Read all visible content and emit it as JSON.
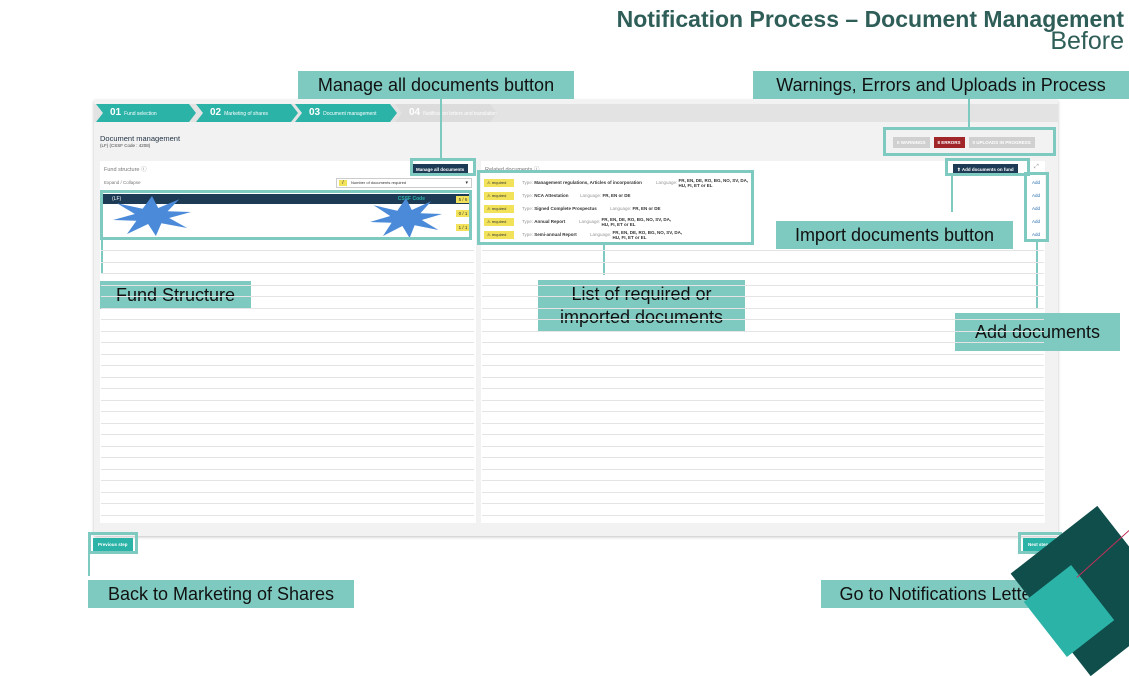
{
  "slide": {
    "title": "Notification Process – Document Management",
    "subtitle": "Before"
  },
  "stepper": [
    {
      "num": "01",
      "label": "Fund selection"
    },
    {
      "num": "02",
      "label": "Marketing of shares"
    },
    {
      "num": "03",
      "label": "Document management"
    },
    {
      "num": "04",
      "label": "Notification letters and translation"
    }
  ],
  "doc_mgmt": {
    "title": "Document management",
    "subtitle": "(LF) (CSSF Code : 4208)"
  },
  "status": {
    "warnings": "0 WARNINGS",
    "errors": "8 ERRORS",
    "uploads": "0 UPLOADS IN PROGRESS"
  },
  "fund_panel": {
    "heading": "Fund structure",
    "expand": "Expand / Collapse",
    "manage_btn": "Manage all documents",
    "num_docs": "Number of documents required",
    "fund_label": "(LF)",
    "fund_code": "CSSF Code",
    "counts": [
      "5 / 6",
      "0 / 1",
      "1 / 1"
    ]
  },
  "related_panel": {
    "heading": "Related documents",
    "add_btn": "Add documents on fund",
    "req_label": "required",
    "type_label": "Type:",
    "lang_label": "Language:",
    "add_label": "Add",
    "documents": [
      {
        "type": "Management regulations, Articles of incorporation",
        "lang": "FR, EN, DE, RO, BG, NO, SV, DA, HU, FI, ET or EL"
      },
      {
        "type": "NCA Attestation",
        "lang": "FR, EN or DE"
      },
      {
        "type": "Signed Complete Prospectus",
        "lang": "FR, EN or DE"
      },
      {
        "type": "Annual Report",
        "lang": "FR, EN, DE, RO, BG, NO, SV, DA, HU, FI, ET or EL"
      },
      {
        "type": "Semi-annual Report",
        "lang": "FR, EN, DE, RO, BG, NO, SV, DA, HU, FI, ET or EL"
      }
    ]
  },
  "nav": {
    "prev": "Previous step",
    "next": "Next step ›"
  },
  "callouts": {
    "manage": "Manage all documents button",
    "warnings": "Warnings, Errors and Uploads in Process",
    "import": "Import documents button",
    "fund_structure": "Fund Structure",
    "list_line1": "List of required or",
    "list_line2": "imported documents",
    "add_docs": "Add documents",
    "back": "Back to Marketing of Shares",
    "goto": "Go to Notifications Letters"
  },
  "colors": {
    "teal_callout": "#7fcac0",
    "teal_active": "#2bb3a8",
    "title": "#2e5e57",
    "navy": "#1e3b55",
    "error_red": "#a0262a"
  }
}
